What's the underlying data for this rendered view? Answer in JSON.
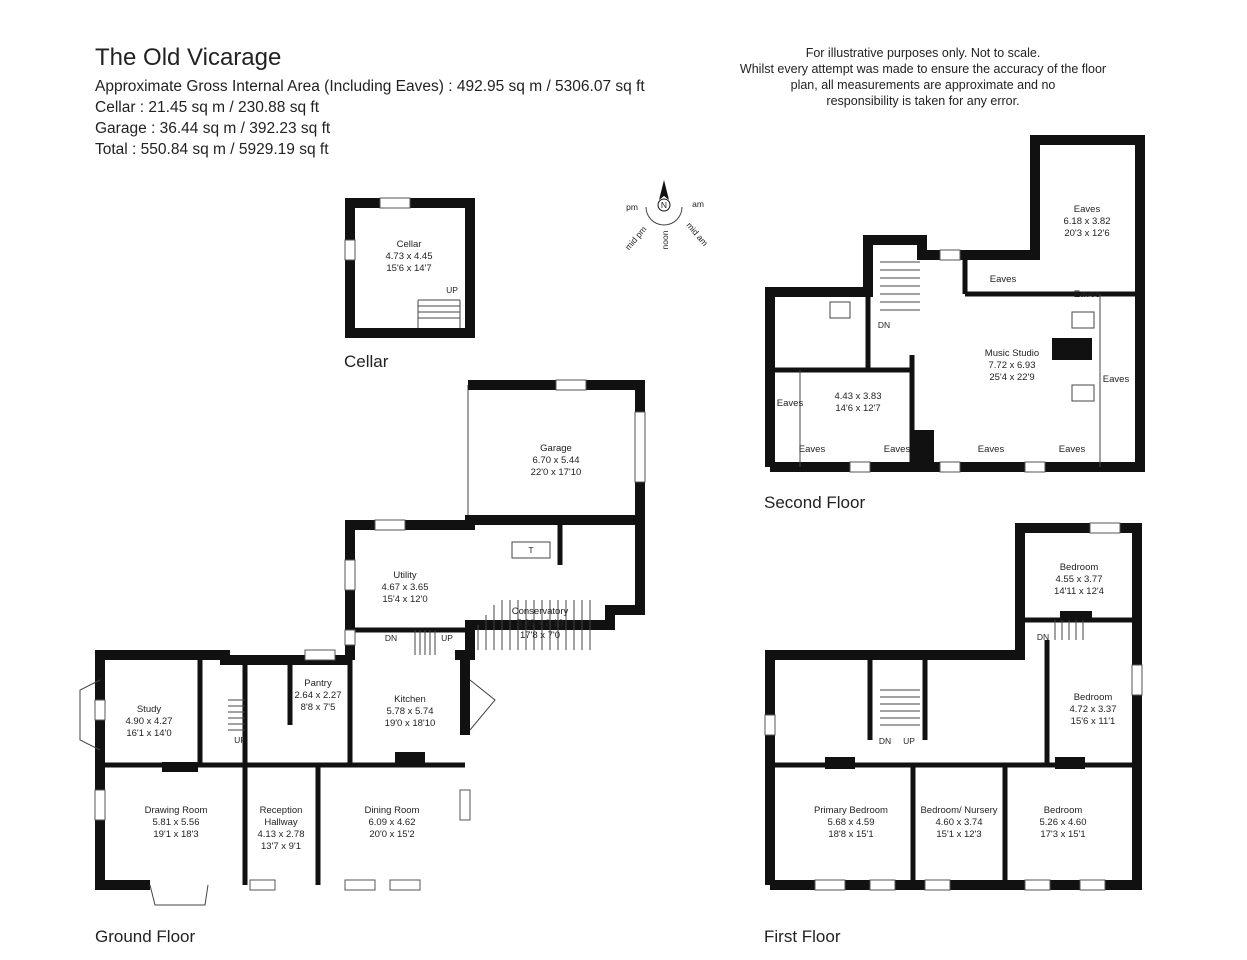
{
  "header": {
    "title": "The Old Vicarage",
    "lines": [
      "Approximate Gross Internal Area (Including Eaves) : 492.95 sq m / 5306.07 sq ft",
      "Cellar : 21.45 sq m / 230.88 sq ft",
      "Garage : 36.44 sq m / 392.23 sq ft",
      "Total : 550.84 sq m / 5929.19 sq ft"
    ]
  },
  "disclaimer": {
    "lines": [
      "For illustrative purposes only. Not to scale.",
      "Whilst every attempt was made to ensure the accuracy of the floor",
      "plan, all measurements are approximate and no",
      "responsibility is taken for any error."
    ]
  },
  "compass": {
    "north": "N",
    "labels": [
      "pm",
      "am",
      "mid pm",
      "noon",
      "mid am"
    ]
  },
  "floors": {
    "cellar": "Cellar",
    "ground": "Ground Floor",
    "first": "First Floor",
    "second": "Second Floor"
  },
  "rooms": {
    "cellar": {
      "name": "Cellar",
      "metric": "4.73 x 4.45",
      "imperial": "15'6 x 14'7"
    },
    "garage": {
      "name": "Garage",
      "metric": "6.70 x 5.44",
      "imperial": "22'0 x 17'10"
    },
    "utility": {
      "name": "Utility",
      "metric": "4.67 x 3.65",
      "imperial": "15'4 x 12'0"
    },
    "conservatory": {
      "name": "Conservatory",
      "metric": "5.39 x 2.13",
      "imperial": "17'8 x 7'0"
    },
    "study": {
      "name": "Study",
      "metric": "4.90 x 4.27",
      "imperial": "16'1 x 14'0"
    },
    "pantry": {
      "name": "Pantry",
      "metric": "2.64 x 2.27",
      "imperial": "8'8 x 7'5"
    },
    "kitchen": {
      "name": "Kitchen",
      "metric": "5.78 x 5.74",
      "imperial": "19'0 x 18'10"
    },
    "drawing": {
      "name": "Drawing Room",
      "metric": "5.81 x 5.56",
      "imperial": "19'1 x 18'3"
    },
    "reception_1": "Reception",
    "reception_2": "Hallway",
    "reception": {
      "metric": "4.13 x 2.78",
      "imperial": "13'7 x 9'1"
    },
    "dining": {
      "name": "Dining Room",
      "metric": "6.09 x 4.62",
      "imperial": "20'0 x 15'2"
    },
    "eaves_big": {
      "name": "Eaves",
      "metric": "6.18 x 3.82",
      "imperial": "20'3 x 12'6"
    },
    "music": {
      "name": "Music Studio",
      "metric": "7.72 x 6.93",
      "imperial": "25'4 x 22'9"
    },
    "sf_room": {
      "metric": "4.43 x 3.83",
      "imperial": "14'6 x 12'7"
    },
    "bed_top": {
      "name": "Bedroom",
      "metric": "4.55 x 3.77",
      "imperial": "14'11 x 12'4"
    },
    "bed_right": {
      "name": "Bedroom",
      "metric": "4.72 x 3.37",
      "imperial": "15'6 x 11'1"
    },
    "primary": {
      "name": "Primary Bedroom",
      "metric": "5.68 x 4.59",
      "imperial": "18'8 x 15'1"
    },
    "nursery": {
      "name": "Bedroom/ Nursery",
      "metric": "4.60 x 3.74",
      "imperial": "15'1 x 12'3"
    },
    "bed_br": {
      "name": "Bedroom",
      "metric": "5.26 x 4.60",
      "imperial": "17'3 x 15'1"
    }
  },
  "labels": {
    "eaves": "Eaves",
    "up": "UP",
    "dn": "DN",
    "t": "T"
  }
}
